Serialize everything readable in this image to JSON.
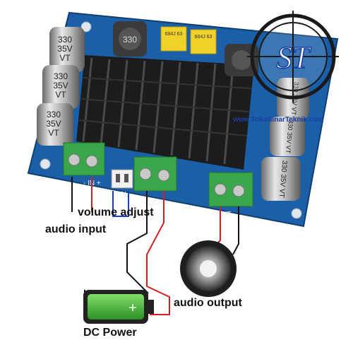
{
  "board": {
    "silk_in": "- IN +",
    "silk_vol": "VOL",
    "silk_vcc": "-VCC +",
    "silk_out": "+ OUT -"
  },
  "capacitors": {
    "left": [
      {
        "line1": "330",
        "line2": "35V",
        "line3": "VT"
      },
      {
        "line1": "330",
        "line2": "35V",
        "line3": "VT"
      },
      {
        "line1": "330",
        "line2": "35V",
        "line3": "VT"
      }
    ],
    "right": [
      {
        "text": "330 35V VT"
      },
      {
        "text": "330 35V VT"
      },
      {
        "text": "330 35V VT"
      }
    ]
  },
  "inductor_label": "330",
  "film_caps": [
    "684J 63",
    "684J 63"
  ],
  "watermark": {
    "logo": "ST",
    "site": "www.TokoSinarTeknik.com"
  },
  "labels": {
    "volume_adjust": "volume adjust",
    "audio_input": "audio input",
    "audio_output": "audio output",
    "dc_power": "DC Power"
  },
  "colors": {
    "pcb": "#1b5fa8",
    "terminal": "#3aa64a",
    "heatsink": "#222222",
    "wire_black": "#111111",
    "wire_red": "#d42020",
    "wire_blue": "#1a3fd0",
    "battery": "#48b83a"
  }
}
